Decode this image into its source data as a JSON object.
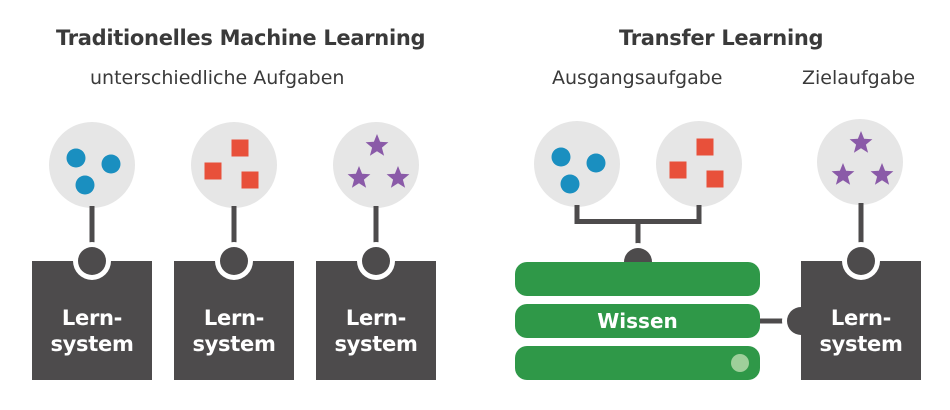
{
  "left": {
    "title": "Traditionelles Machine Learning",
    "subtitle": "unterschiedliche Aufgaben",
    "box_label": [
      "Lern-",
      "system"
    ],
    "tasks": [
      "circles",
      "squares",
      "stars"
    ]
  },
  "right": {
    "title": "Transfer Learning",
    "source_label": "Ausgangsaufgabe",
    "target_label": "Zielaufgabe",
    "knowledge_label": "Wissen",
    "box_label": [
      "Lern-",
      "system"
    ],
    "source_tasks": [
      "circles",
      "squares"
    ],
    "target_tasks": [
      "stars"
    ]
  },
  "colors": {
    "circle": "#1a8fc0",
    "square": "#e8503a",
    "star": "#8a5aa8",
    "bubble": "#e6e6e6",
    "box": "#4d4b4c",
    "knowledge": "#2f9848",
    "knowledge_dot": "#9ecf9a",
    "text": "#3a3a3a"
  },
  "icons": {
    "circle_glyph": "circle-icon",
    "square_glyph": "square-icon",
    "star_glyph": "star-icon"
  }
}
